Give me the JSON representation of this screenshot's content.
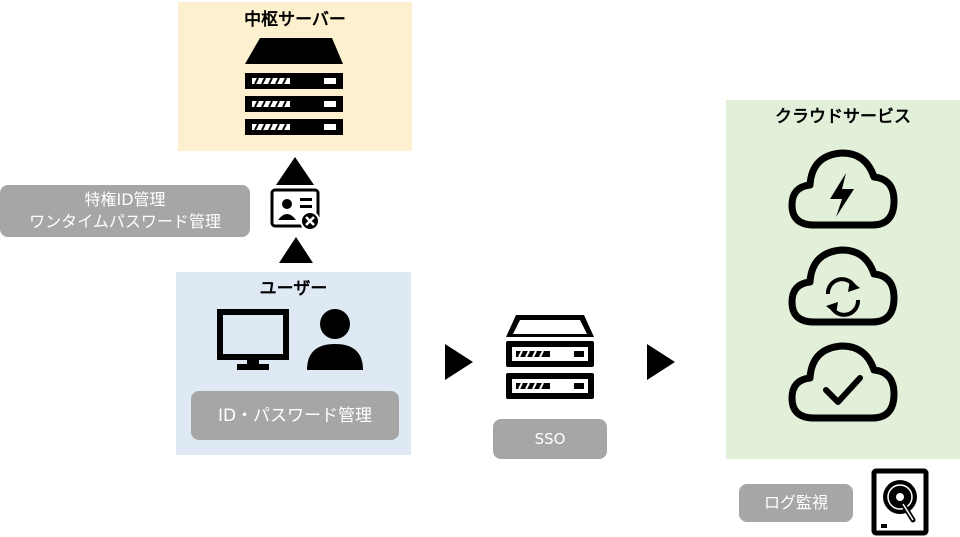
{
  "central_server": {
    "title": "中枢サーバー"
  },
  "privileged_pill": {
    "line1": "特権ID管理",
    "line2": "ワンタイムパスワード管理"
  },
  "user": {
    "title": "ユーザー",
    "pill_label": "ID・パスワード管理"
  },
  "sso": {
    "label": "SSO"
  },
  "cloud": {
    "title": "クラウドサービス"
  },
  "log": {
    "label": "ログ監視"
  },
  "colors": {
    "server_bg": "#fdf0cf",
    "user_bg": "#dfe9f4",
    "cloud_bg": "#e2f0d9",
    "pill_bg": "#a6a6a6"
  }
}
